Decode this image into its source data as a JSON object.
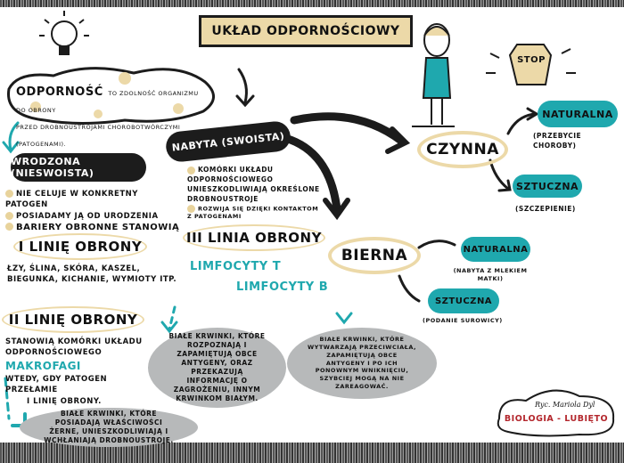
{
  "title": "UKŁAD ODPORNOŚCIOWY",
  "definition": {
    "term": "ODPORNOŚĆ",
    "line1": "TO ZDOLNOŚĆ ORGANIZMU DO OBRONY",
    "line2": "PRZED DROBNOUSTROJAMI CHOROBOTWÓRCZYMI (PATOGENAMI)."
  },
  "innate": {
    "label": "WRODZONA (NIESWOISTA)",
    "bullets": [
      "NIE CELUJE W KONKRETNY PATOGEN",
      "POSIADAMY JĄ OD URODZENIA",
      "BARIERY OBRONNE STANOWIĄ"
    ],
    "first_line": {
      "heading": "I LINIĘ OBRONY",
      "text1": "ŁZY, ŚLINA, SKÓRA, KASZEL,",
      "text2": "BIEGUNKA, KICHANIE, WYMIOTY ITP."
    },
    "second_line": {
      "heading": "II LINIĘ OBRONY",
      "text1": "STANOWIĄ KOMÓRKI UKŁADU",
      "text2": "ODPORNOŚCIOWEGO",
      "cell": "MAKROFAGI",
      "when1": "WTEDY, GDY PATOGEN PRZEŁAMIE",
      "when2": "I LINIĘ OBRONY.",
      "bubble": "BIAŁE KRWINKI, KTÓRE POSIADAJĄ WŁAŚCIWOŚCI ŻERNE, UNIESZKODLIWIAJĄ I WCHŁANIAJĄ DROBNOUSTROJE."
    }
  },
  "acquired": {
    "label": "NABYTA (SWOISTA)",
    "bullet1": "KOMÓRKI UKŁADU ODPORNOŚCIOWEGO UNIESZKODLIWIAJĄ OKREŚLONE DROBNOUSTROJE",
    "bullet2": "ROZWIJA SIĘ DZIĘKI KONTAKTOM Z PATOGENAMI",
    "third_line": "III LINIA OBRONY",
    "t_cells": "LIMFOCYTY T",
    "b_cells": "LIMFOCYTY B",
    "t_bubble": "BIAŁE KRWINKI, KTÓRE ROZPOZNAJĄ I ZAPAMIĘTUJĄ OBCE ANTYGENY, ORAZ PRZEKAZUJĄ INFORMACJĘ O ZAGROŻENIU, INNYM KRWINKOM BIAŁYM.",
    "b_bubble": "BIAŁE KRWINKI, KTÓRE WYTWARZAJĄ PRZECIWCIAŁA, ZAPAMIĘTUJĄ OBCE ANTYGENY I PO ICH PONOWNYM WNIKNIĘCIU, SZYBCIEJ MOGĄ NA NIE ZAREAGOWAĆ."
  },
  "active": {
    "label": "CZYNNA",
    "natural": "NATURALNA",
    "natural_note": "(PRZEBYCIE CHOROBY)",
    "artificial": "SZTUCZNA",
    "artificial_note": "(SZCZEPIENIE)"
  },
  "passive": {
    "label": "BIERNA",
    "natural": "NATURALNA",
    "natural_note": "(NABYTA Z MLEKIEM MATKI)",
    "artificial": "SZTUCZNA",
    "artificial_note": "(PODANIE SUROWICY)"
  },
  "stop_sign": "STOP",
  "signature": "Ryс. Mariola Dyl",
  "brand": "BIOLOGIA - LUBIĘTO",
  "colors": {
    "teal": "#1fa8ae",
    "sand": "#ecd9a8",
    "bubble_gray": "#b7b9ba",
    "ink": "#1c1c1c"
  }
}
